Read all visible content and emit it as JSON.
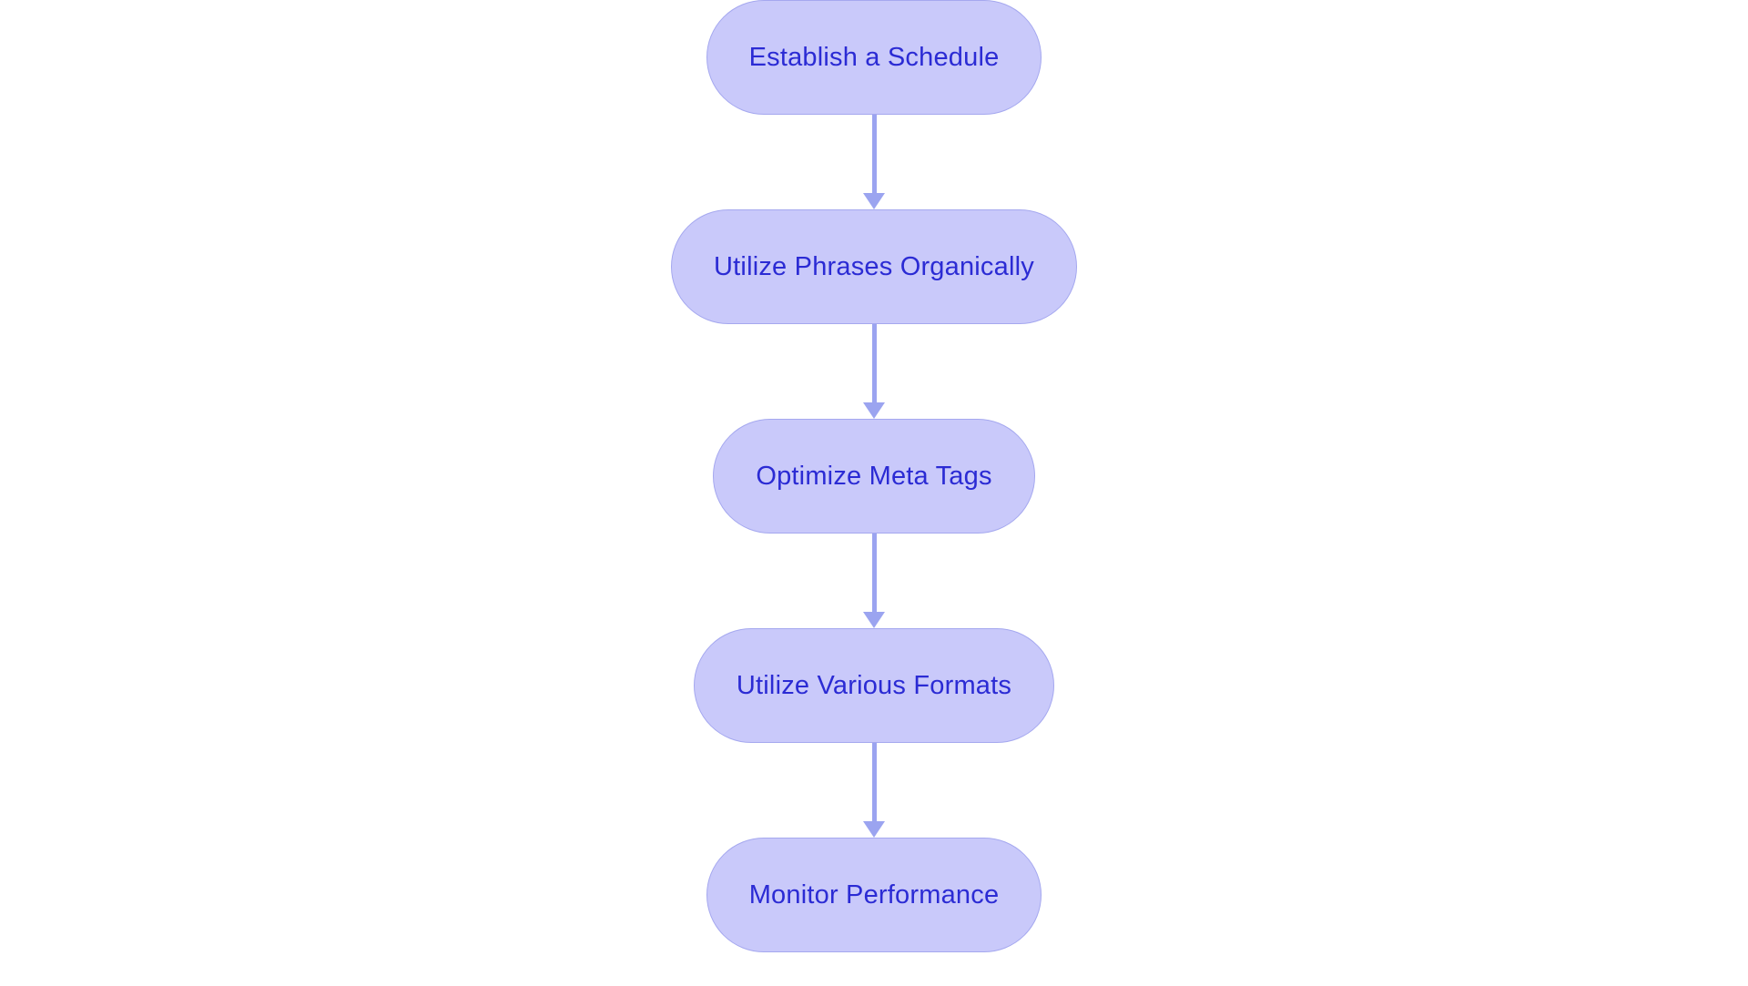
{
  "diagram": {
    "type": "flowchart",
    "orientation": "vertical-top-to-bottom",
    "background_color": "#ffffff",
    "node_fill_color": "#c9c9fa",
    "node_border_color": "#a5a8ef",
    "node_text_color": "#2b2bd4",
    "connector_color": "#9ba4f0",
    "nodes": [
      {
        "id": "node-1",
        "label": "Establish a Schedule"
      },
      {
        "id": "node-2",
        "label": "Utilize Phrases Organically"
      },
      {
        "id": "node-3",
        "label": "Optimize Meta Tags"
      },
      {
        "id": "node-4",
        "label": "Utilize Various Formats"
      },
      {
        "id": "node-5",
        "label": "Monitor Performance"
      }
    ],
    "edges": [
      {
        "from": "Establish a Schedule",
        "to": "Utilize Phrases Organically",
        "label": ""
      },
      {
        "from": "Utilize Phrases Organically",
        "to": "Optimize Meta Tags",
        "label": ""
      },
      {
        "from": "Optimize Meta Tags",
        "to": "Utilize Various Formats",
        "label": ""
      },
      {
        "from": "Utilize Various Formats",
        "to": "Monitor Performance",
        "label": ""
      }
    ]
  }
}
